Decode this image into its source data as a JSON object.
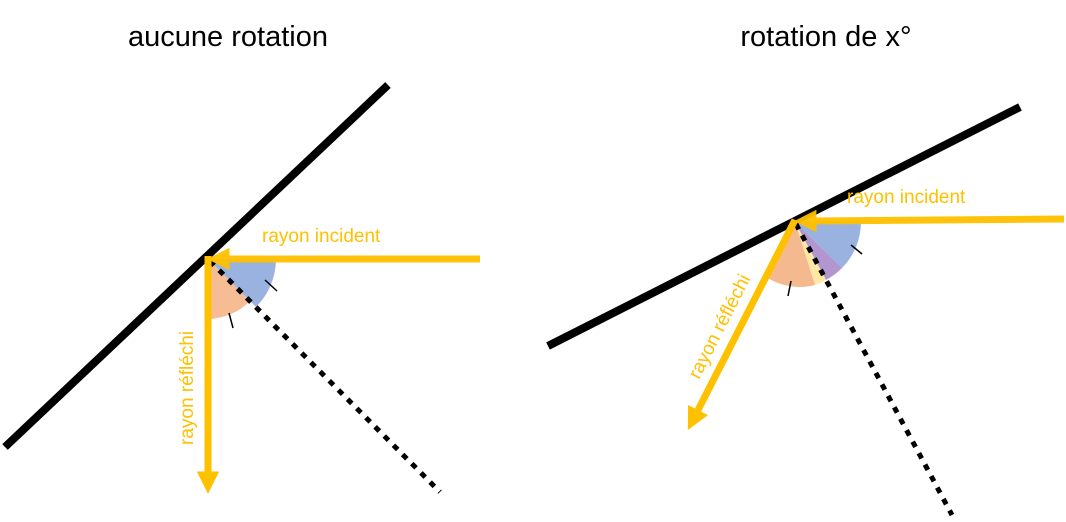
{
  "left_panel": {
    "title": "aucune rotation",
    "incident_label": "rayon incident",
    "reflected_label": "rayon réfléchi"
  },
  "right_panel": {
    "title": "rotation de x°",
    "incident_label": "rayon incident",
    "reflected_label": "rayon réfléchi"
  },
  "colors": {
    "ray": "#FFC000",
    "mirror": "#000000",
    "angle_incident": "#8FAADC",
    "angle_reflected": "#F4B183",
    "angle_rotation": "#A88BCB",
    "angle_extra": "#FFE699"
  }
}
